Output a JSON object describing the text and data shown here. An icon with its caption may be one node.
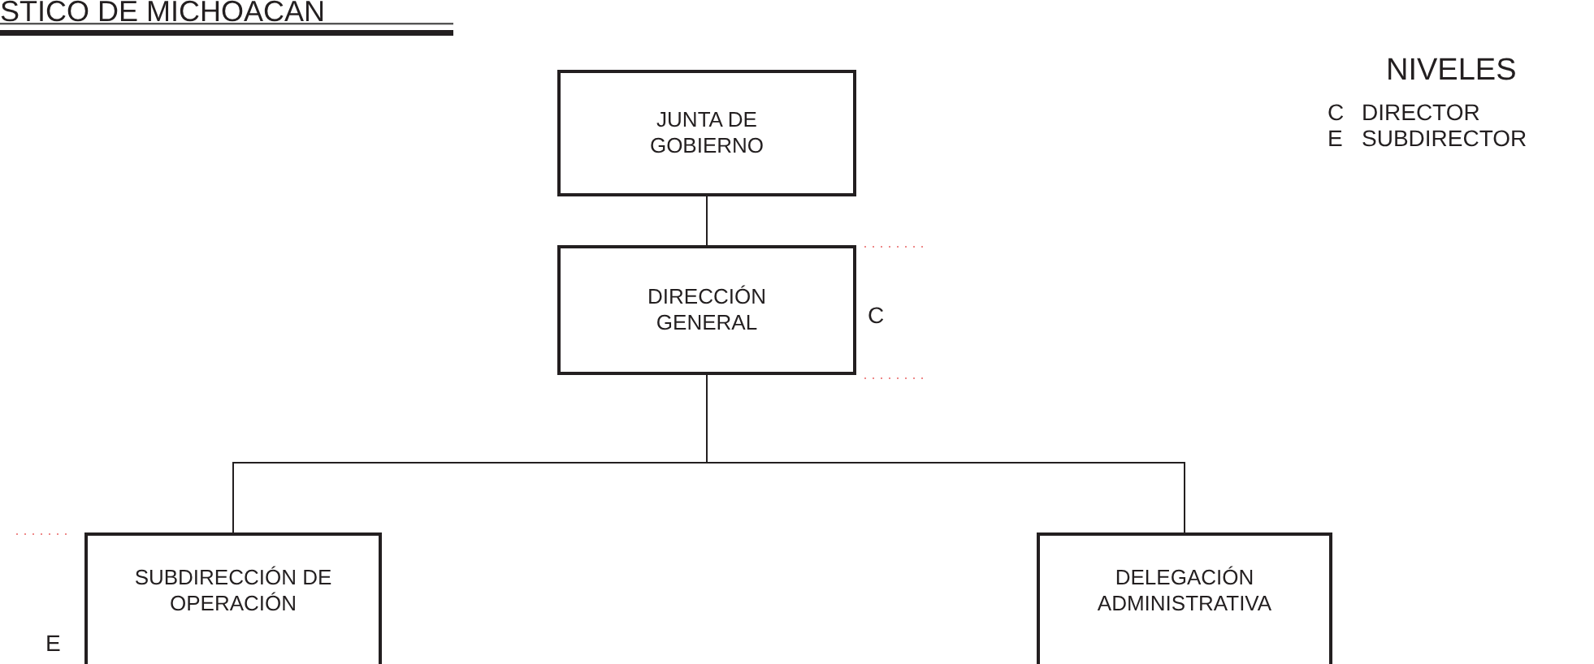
{
  "diagram": {
    "title": "STICO DE MICHOACAN",
    "nodes": [
      {
        "text": [
          "JUNTA DE GOBIERNO"
        ]
      },
      {
        "text": [
          "DIRECCIÓN GENERAL"
        ],
        "beside": [
          "C"
        ]
      },
      {
        "text": [
          "SUBDIRECCIÓN DE OPERACIÓN"
        ],
        "beside": [
          "E"
        ]
      },
      {
        "text": [
          "DELEGACIÓN ADMINISTRATIVA"
        ]
      }
    ],
    "edges": [
      {
        "from": 0,
        "to": 1,
        "arrow": "none"
      },
      {
        "from": 1,
        "to": 2,
        "arrow": "none"
      },
      {
        "from": 1,
        "to": 3,
        "arrow": "none"
      }
    ],
    "labels": [
      "NIVELES",
      "C",
      "DIRECTOR",
      "E",
      "SUBDIRECTOR"
    ]
  }
}
